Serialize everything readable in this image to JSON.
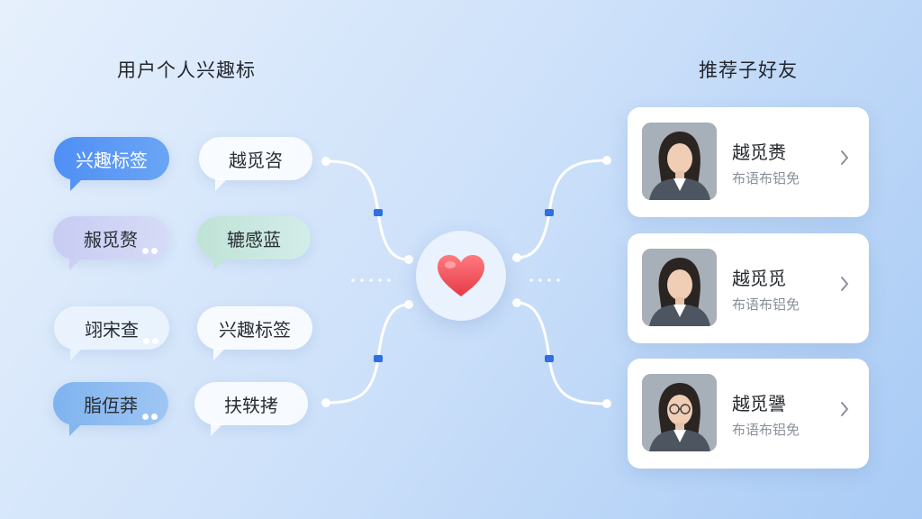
{
  "titles": {
    "left": "用户个人兴趣标",
    "right": "推荐子好友"
  },
  "interest_tags": [
    {
      "label": "兴趣标签"
    },
    {
      "label": "越觅咨"
    },
    {
      "label": "赧觅赘"
    },
    {
      "label": "辘感蓝"
    },
    {
      "label": "翊宋查"
    },
    {
      "label": "兴趣标签"
    },
    {
      "label": "脂仾莽"
    },
    {
      "label": "扶轶拷"
    }
  ],
  "recommended_friends": [
    {
      "name": "越觅赉",
      "subtitle": "布语布铝免"
    },
    {
      "name": "越觅觅",
      "subtitle": "布语布铝免"
    },
    {
      "name": "越觅謽",
      "subtitle": "布语布铝免"
    }
  ],
  "colors": {
    "accent_blue": "#4f8ff5",
    "connector_node": "#2f6fe0",
    "heart": "#f2505a"
  },
  "icons": {
    "center": "heart-icon",
    "card_action": "chevron-right-icon"
  }
}
